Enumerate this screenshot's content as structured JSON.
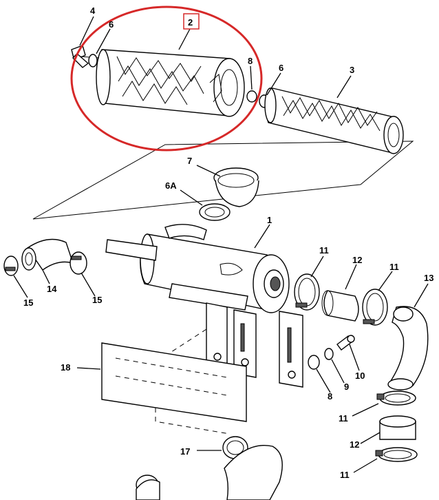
{
  "highlight": {
    "color": "#d62828",
    "box_color": "#d62828"
  },
  "callouts": {
    "c4": "4",
    "c2": "2",
    "c6a": "6",
    "c8top": "8",
    "c6b": "6",
    "c3": "3",
    "c7": "7",
    "c6A": "6A",
    "c1": "1",
    "c11a": "11",
    "c12a": "12",
    "c11b": "11",
    "c13": "13",
    "c14": "14",
    "c15a": "15",
    "c15b": "15",
    "c18": "18",
    "c10": "10",
    "c9": "9",
    "c8b": "8",
    "c11c": "11",
    "c12b": "12",
    "c17": "17",
    "c11d": "11"
  },
  "colors": {
    "ink": "#000000",
    "paper": "#ffffff"
  }
}
